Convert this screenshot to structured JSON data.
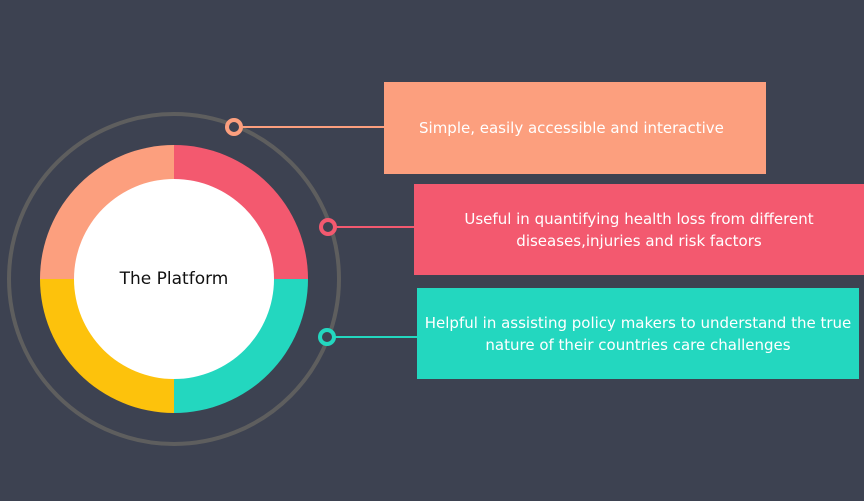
{
  "diagram": {
    "center_label": "The Platform",
    "features": [
      {
        "lines": [
          "Simple, easily accessible and interactive"
        ],
        "color": "#fc9f7e"
      },
      {
        "lines": [
          "Useful in quantifying health loss from different",
          "diseases,injuries and risk factors"
        ],
        "color": "#f3596f"
      },
      {
        "lines": [
          "Helpful in assisting policy makers to understand the true",
          "nature of their countries care challenges"
        ],
        "color": "#23d7bf"
      }
    ],
    "ring_segments": [
      {
        "color": "#f3596f"
      },
      {
        "color": "#23d7bf"
      },
      {
        "color": "#fdc20c"
      },
      {
        "color": "#fc9f7e"
      }
    ],
    "outer_ring_color": "#5e5e5e",
    "background_color": "#3d4251"
  }
}
